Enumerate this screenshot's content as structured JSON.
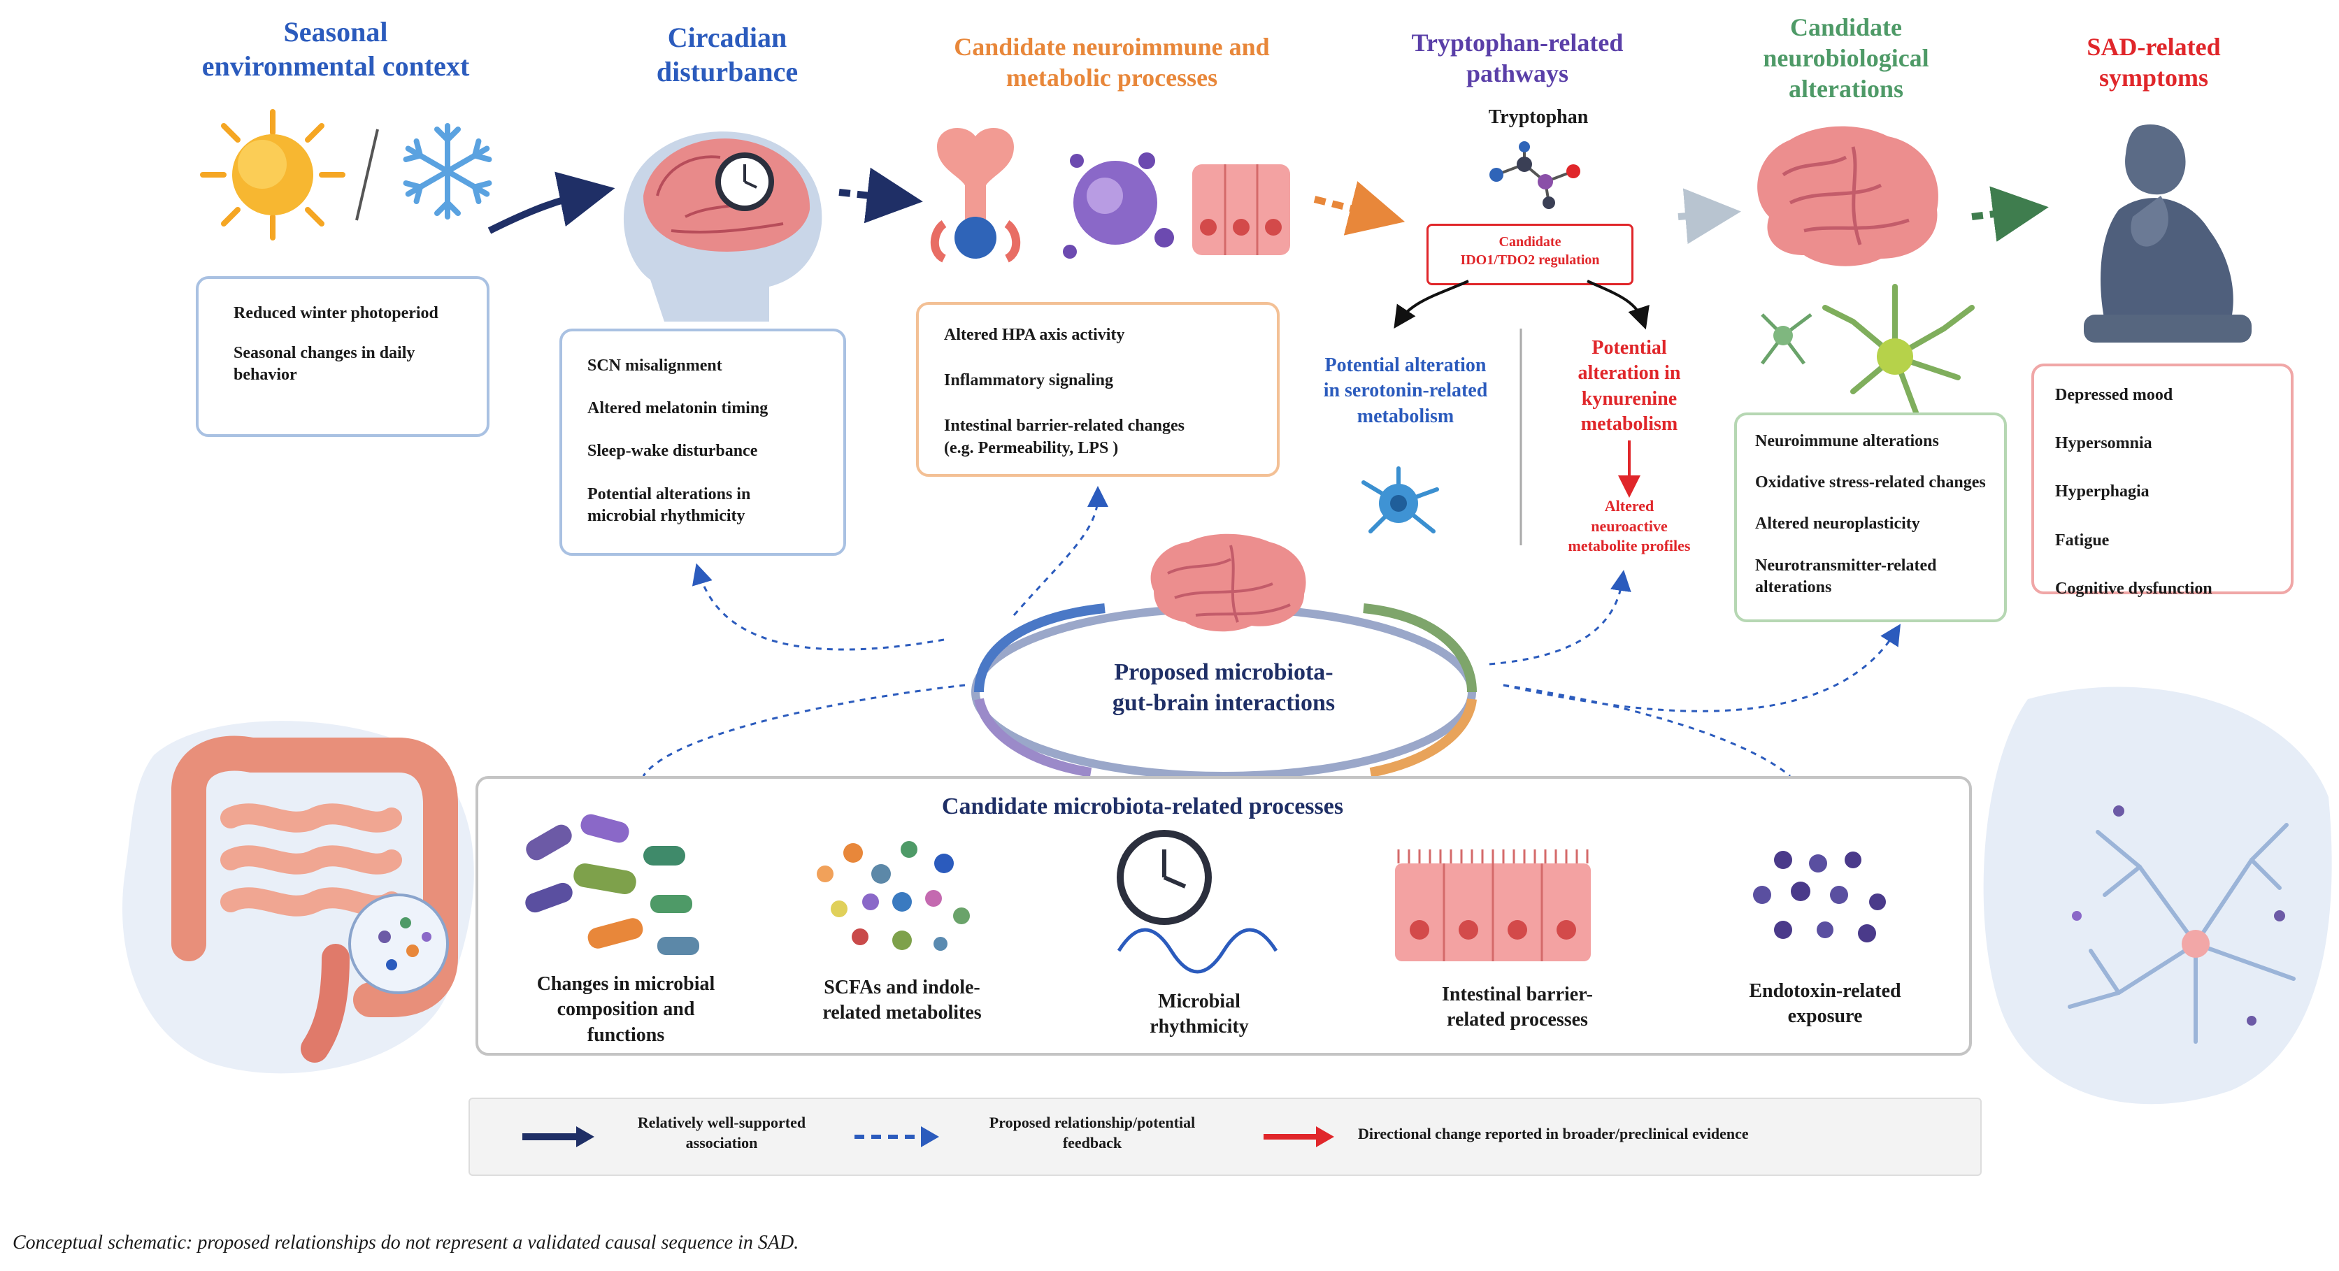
{
  "headers": {
    "seasonal": "Seasonal\nenvironmental context",
    "circadian": "Circadian\ndisturbance",
    "neuroimmune": "Candidate neuroimmune and\nmetabolic processes",
    "tryptophan": "Tryptophan-related\npathways",
    "neurobio": "Candidate\nneurobiological\nalterations",
    "sad": "SAD-related\nsymptoms"
  },
  "colors": {
    "blue": "#2b5bbd",
    "orange": "#e8873a",
    "purple": "#5a3fa8",
    "green": "#4e9a67",
    "red": "#e0262a",
    "navy": "#1f2f66"
  },
  "boxes": {
    "seasonal": [
      "Reduced winter photoperiod",
      "Seasonal changes in daily behavior"
    ],
    "circadian": [
      "SCN misalignment",
      "Altered melatonin timing",
      "Sleep-wake disturbance",
      "Potential alterations in microbial rhythmicity"
    ],
    "neuroimmune": [
      "Altered HPA axis activity",
      "Inflammatory signaling",
      "Intestinal barrier-related changes\n(e.g. Permeability, LPS )"
    ],
    "neurobio": [
      "Neuroimmune alterations",
      "Oxidative stress-related changes",
      "Altered neuroplasticity",
      "Neurotransmitter-related alterations"
    ],
    "sad": [
      "Depressed mood",
      "Hypersomnia",
      "Hyperphagia",
      "Fatigue",
      "Cognitive dysfunction"
    ]
  },
  "tryptophan": {
    "label": "Tryptophan",
    "enzyme": "Candidate\nIDO1/TDO2 regulation",
    "serotonin": "Potential alteration\nin serotonin-related\nmetabolism",
    "kynurenine": "Potential\nalteration in\nkynurenine\nmetabolism",
    "neuroactive": "Altered\nneuroactive\nmetabolite profiles"
  },
  "center": {
    "title": "Proposed microbiota-\ngut-brain interactions"
  },
  "microbiota": {
    "title": "Candidate  microbiota-related processes",
    "items": [
      "Changes in microbial\ncomposition and\nfunctions",
      "SCFAs and indole-\nrelated metabolites",
      "Microbial\nrhythmicity",
      "Intestinal barrier-\nrelated processes",
      "Endotoxin-related\nexposure"
    ]
  },
  "legend": {
    "solid": "Relatively well-supported\nassociation",
    "dashed": "Proposed relationship/potential\nfeedback",
    "red": "Directional change reported in broader/preclinical evidence"
  },
  "caption": "Conceptual schematic: proposed relationships do not represent a validated causal sequence in SAD.",
  "icons": [
    "sun-icon",
    "snowflake-icon",
    "head-clock-icon",
    "hypothalamus-icon",
    "immune-cell-icon",
    "epithelium-icon",
    "molecule-icon",
    "brain-icon",
    "neuron-icon",
    "person-icon",
    "microbes-icon",
    "metabolites-icon",
    "clock-icon",
    "endotoxin-icon",
    "gut-icon",
    "astrocyte-icon"
  ]
}
